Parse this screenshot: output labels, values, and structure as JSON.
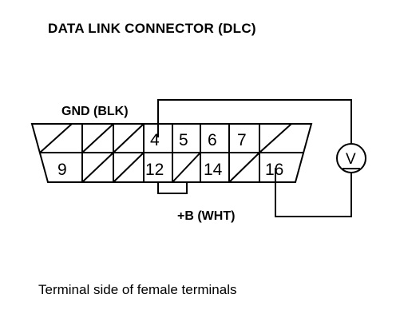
{
  "diagram": {
    "title": "DATA LINK CONNECTOR (DLC)",
    "gnd_label": "GND (BLK)",
    "b_label": "+B (WHT)",
    "caption": "Terminal side of female terminals",
    "meter_symbol": "V",
    "pins": {
      "p4": "4",
      "p5": "5",
      "p6": "6",
      "p7": "7",
      "p9": "9",
      "p12": "12",
      "p14": "14",
      "p16": "16"
    }
  }
}
